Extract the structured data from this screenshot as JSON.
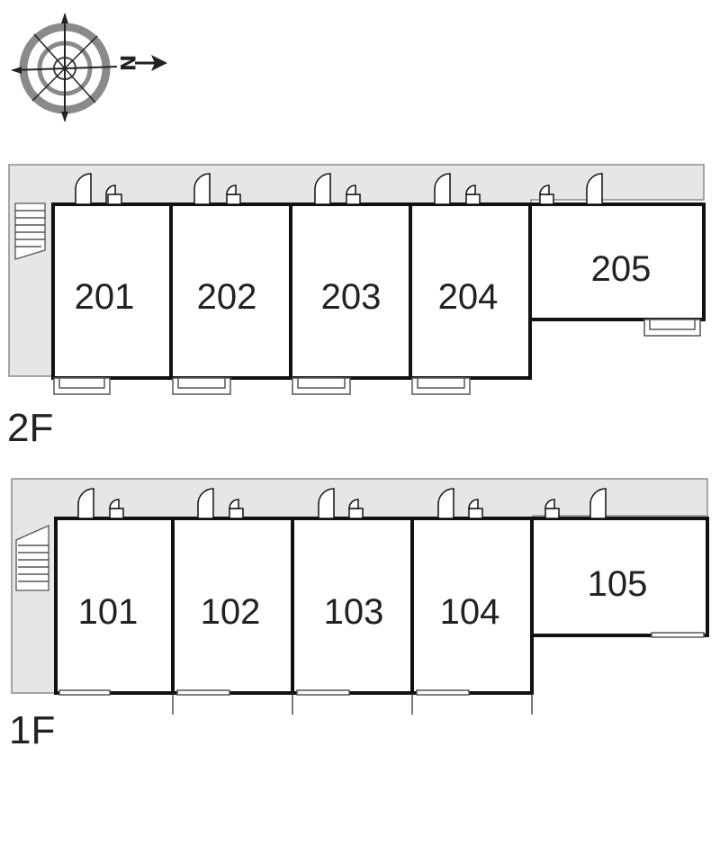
{
  "compass": {
    "north_label": "N",
    "icon": "compass-rose-icon"
  },
  "floors": [
    {
      "id": "2F",
      "label": "2F",
      "rooms": [
        "201",
        "202",
        "203",
        "204",
        "205"
      ]
    },
    {
      "id": "1F",
      "label": "1F",
      "rooms": [
        "101",
        "102",
        "103",
        "104",
        "105"
      ]
    }
  ],
  "colors": {
    "corridor": "#e6e6e6",
    "wall": "#111111",
    "background": "#ffffff"
  }
}
